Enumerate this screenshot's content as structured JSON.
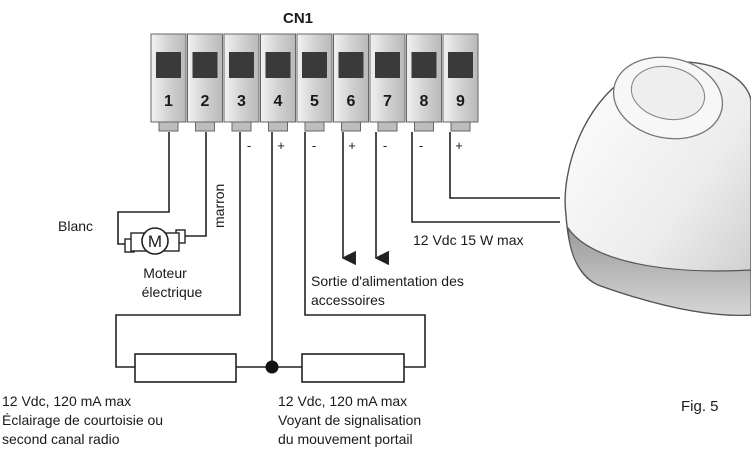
{
  "connector": {
    "title": "CN1",
    "terminals": [
      "1",
      "2",
      "3",
      "4",
      "5",
      "6",
      "7",
      "8",
      "9"
    ],
    "polarity": {
      "3": "-",
      "4": "+",
      "5": "-",
      "6": "+",
      "7": "-",
      "8": "-",
      "9": "+"
    }
  },
  "motor": {
    "symbol": "M",
    "wire_white": "Blanc",
    "wire_brown": "marron",
    "label_line1": "Moteur",
    "label_line2": "électrique"
  },
  "lamp_supply": "12 Vdc 15 W max",
  "accessories": {
    "line1": "Sortie d'alimentation des",
    "line2": "accessoires"
  },
  "left_load": {
    "line1": "12 Vdc, 120 mA max",
    "line2": "Éclairage de courtoisie ou",
    "line3": "second canal radio"
  },
  "right_load": {
    "line1": "12 Vdc, 120 mA max",
    "line2": "Voyant de signalisation",
    "line3": "du mouvement portail"
  },
  "figure": "Fig. 5"
}
